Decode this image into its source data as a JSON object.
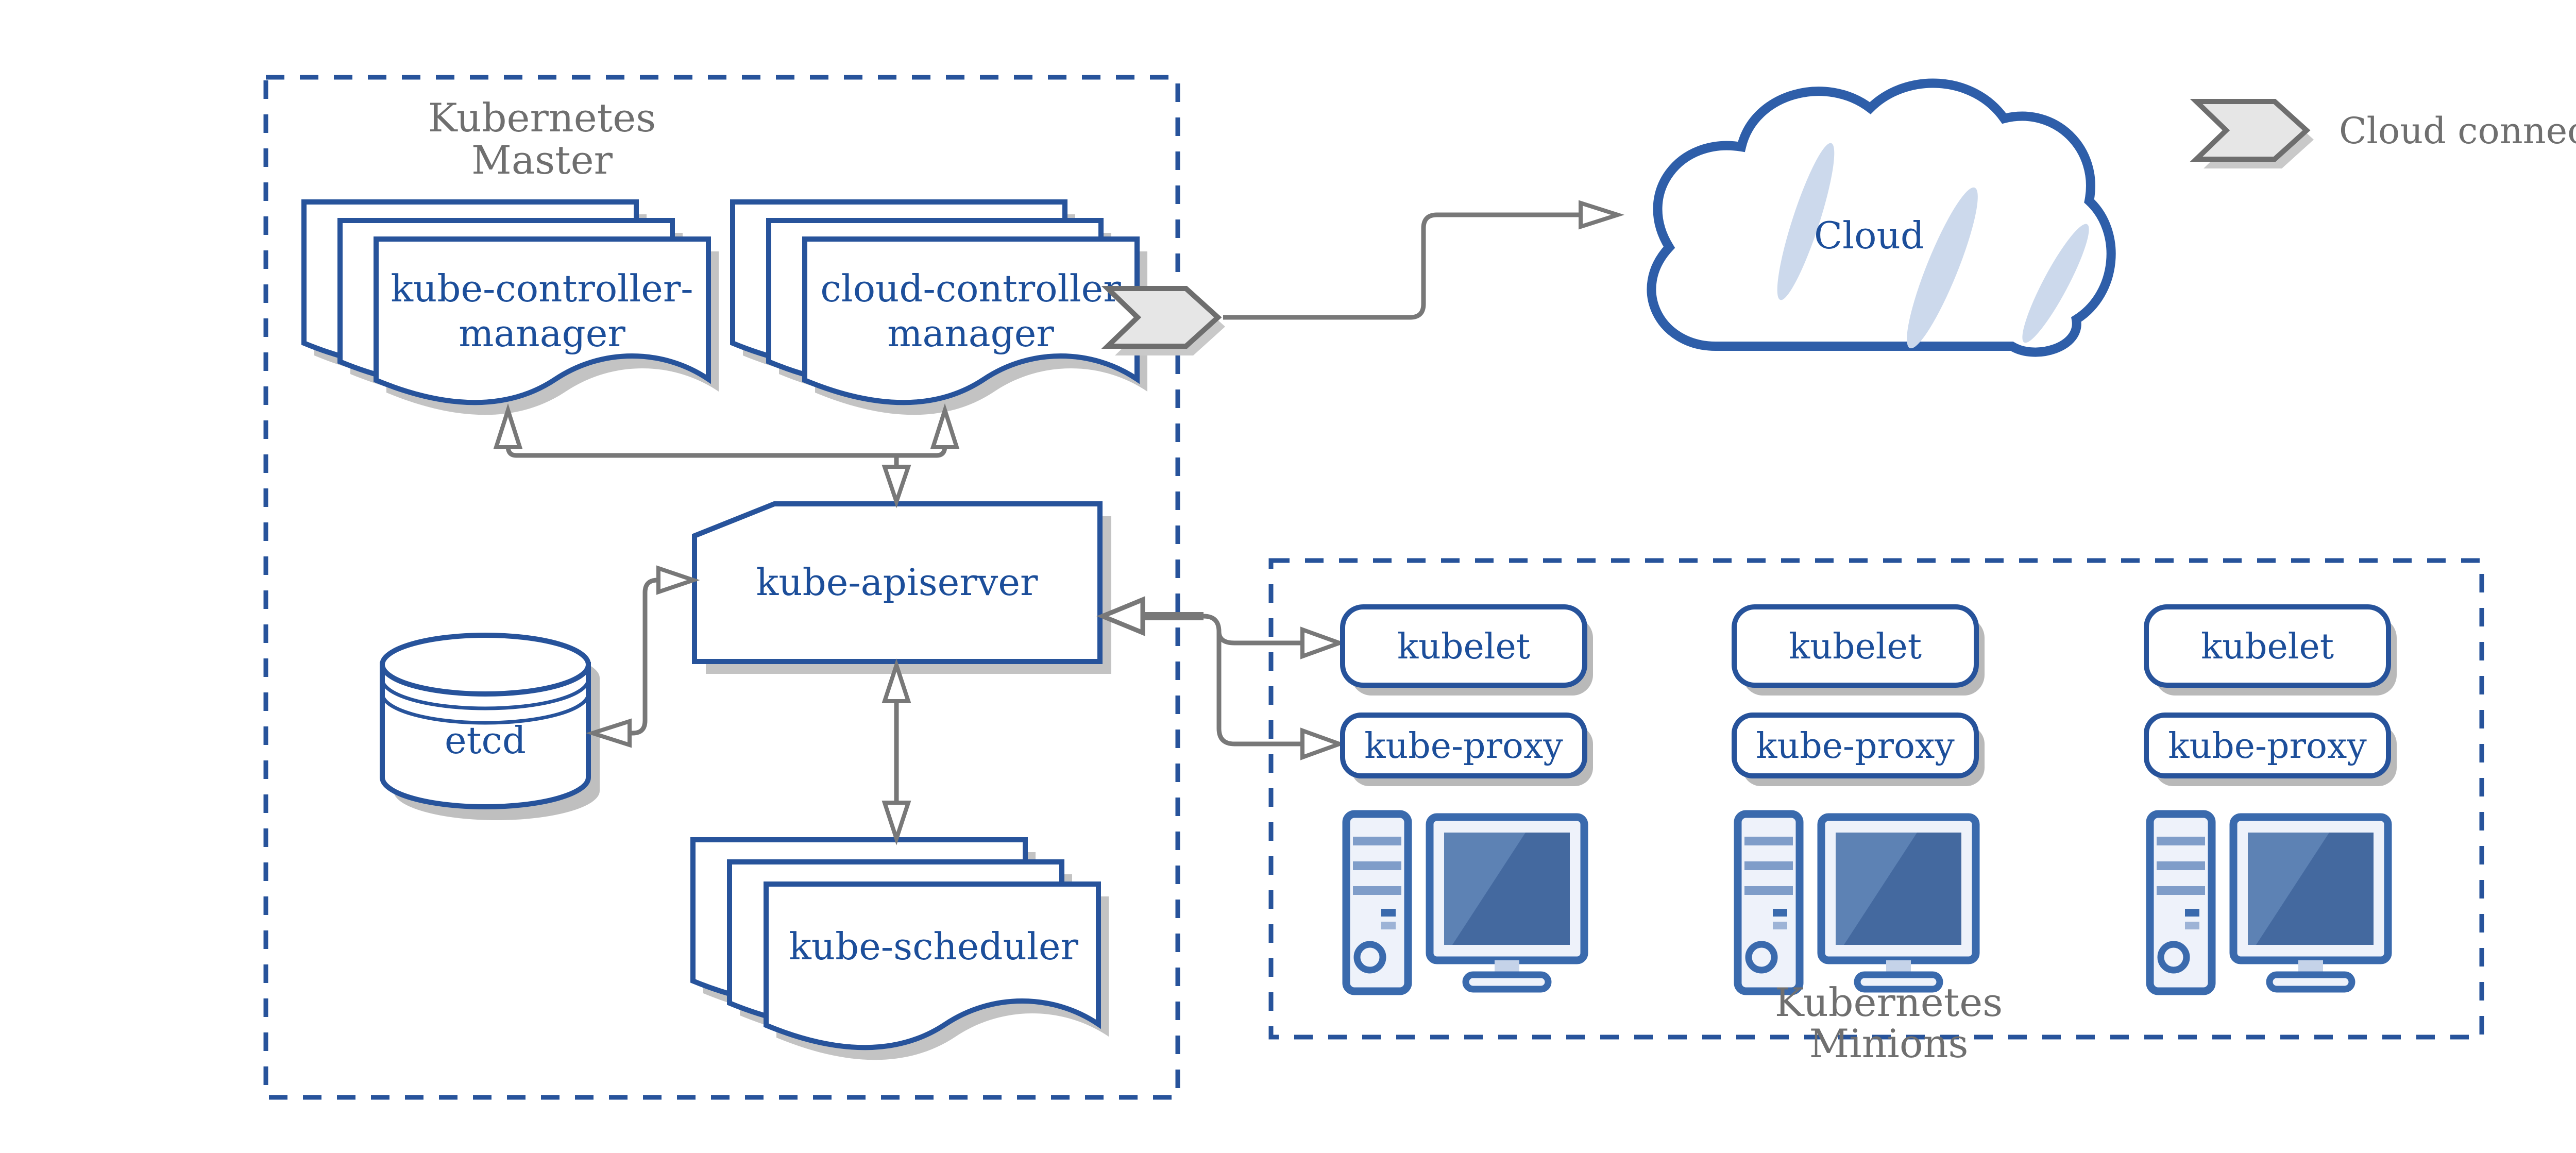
{
  "colors": {
    "primary_blue": "#27539b",
    "text_blue": "#1c4e9a",
    "gray_text": "#6f6f6f",
    "arrow_gray": "#787878",
    "shadow_gray": "#c2c2c2",
    "light_blue_sliver": "#ccd9ec",
    "icon_blue": "#3a6aad",
    "icon_fill": "#eef2fa",
    "screen_blue": "#44699f"
  },
  "master": {
    "title_line1": "Kubernetes",
    "title_line2": "Master",
    "kube_controller_manager": {
      "line1": "kube-controller-",
      "line2": "manager"
    },
    "cloud_controller_manager": {
      "line1": "cloud-controller",
      "line2": "manager"
    },
    "kube_apiserver": {
      "label": "kube-apiserver"
    },
    "etcd": {
      "label": "etcd"
    },
    "kube_scheduler": {
      "label": "kube-scheduler"
    }
  },
  "cloud": {
    "label": "Cloud"
  },
  "legend": {
    "label": "Cloud connector"
  },
  "minions": {
    "title_line1": "Kubernetes",
    "title_line2": "Minions",
    "nodes": [
      {
        "kubelet": "kubelet",
        "kube_proxy": "kube-proxy"
      },
      {
        "kubelet": "kubelet",
        "kube_proxy": "kube-proxy"
      },
      {
        "kubelet": "kubelet",
        "kube_proxy": "kube-proxy"
      }
    ]
  }
}
